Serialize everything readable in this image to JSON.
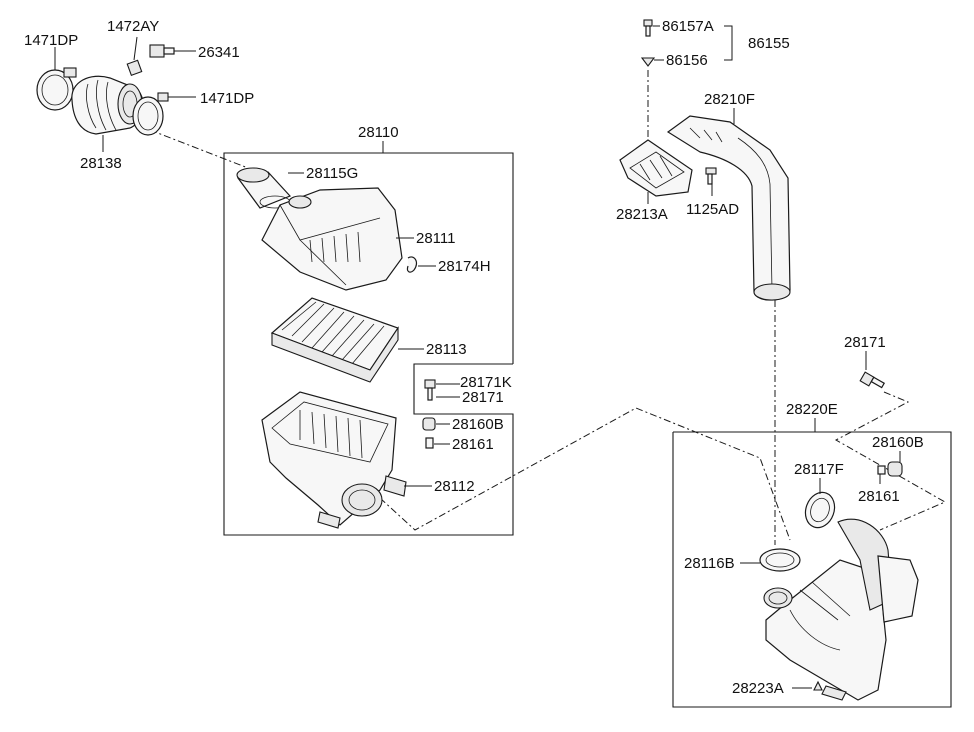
{
  "labels": {
    "p1471DP_left": "1471DP",
    "p1472AY": "1472AY",
    "p26341": "26341",
    "p1471DP_right": "1471DP",
    "p28138": "28138",
    "p28110": "28110",
    "p28115G": "28115G",
    "p28111": "28111",
    "p28174H": "28174H",
    "p28113": "28113",
    "p28171K": "28171K",
    "p28171_mid": "28171",
    "p28160B_mid": "28160B",
    "p28161_mid": "28161",
    "p28112": "28112",
    "p86157A": "86157A",
    "p86155": "86155",
    "p86156": "86156",
    "p28210F": "28210F",
    "p28213A": "28213A",
    "p1125AD": "1125AD",
    "p28171_right": "28171",
    "p28220E": "28220E",
    "p28160B_right": "28160B",
    "p28117F": "28117F",
    "p28161_right": "28161",
    "p28116B": "28116B",
    "p28223A": "28223A"
  }
}
